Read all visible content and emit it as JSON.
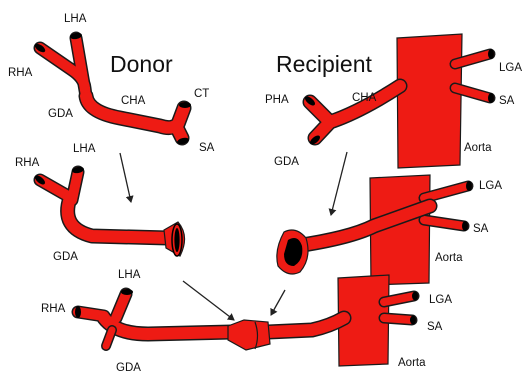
{
  "colors": {
    "vessel": "#ee1b14",
    "vessel_outline": "#1a1a1a",
    "lumen": "#000000",
    "text": "#111111"
  },
  "headings": {
    "donor": "Donor",
    "recipient": "Recipient"
  },
  "labels": {
    "donor": {
      "lha": "LHA",
      "rha": "RHA",
      "gda": "GDA",
      "cha": "CHA",
      "ct": "CT",
      "sa": "SA"
    },
    "recipient": {
      "pha": "PHA",
      "cha": "CHA",
      "gda": "GDA",
      "lga": "LGA",
      "sa": "SA",
      "aorta": "Aorta"
    },
    "donor_trimmed": {
      "rha": "RHA",
      "lha": "LHA",
      "gda": "GDA"
    },
    "recipient_prepared": {
      "lga": "LGA",
      "sa": "SA",
      "aorta": "Aorta"
    },
    "anastomosis": {
      "lha": "LHA",
      "rha": "RHA",
      "gda": "GDA",
      "lga": "LGA",
      "sa": "SA",
      "aorta": "Aorta"
    }
  }
}
